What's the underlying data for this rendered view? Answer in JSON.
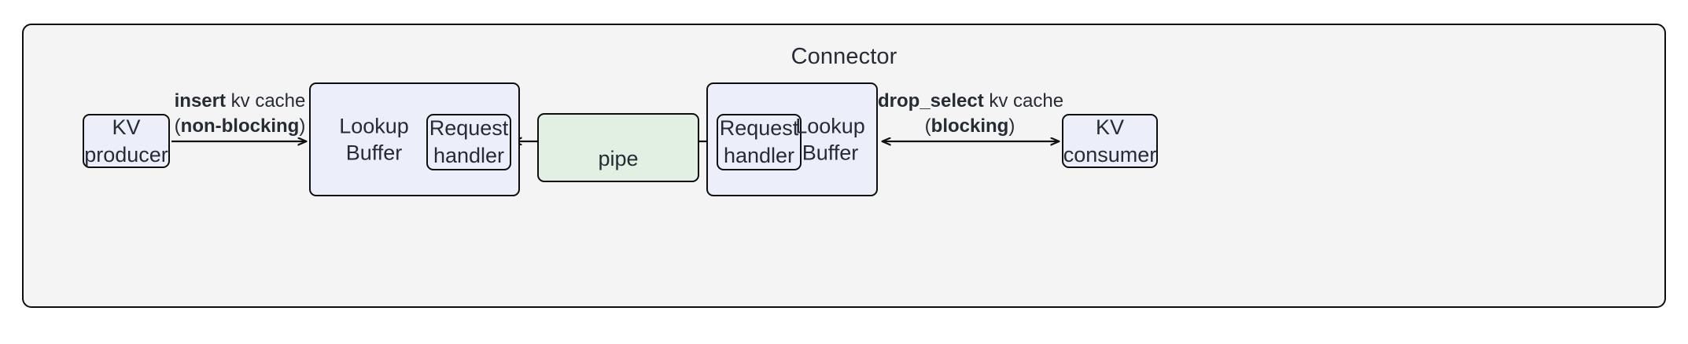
{
  "diagram": {
    "title": "Connector",
    "nodes": {
      "kv_producer": "KV\nproducer",
      "lookup_buffer_left": "Lookup\nBuffer",
      "request_handler_left": "Request\nhandler",
      "pipe": "pipe",
      "request_handler_right": "Request\nhandler",
      "lookup_buffer_right": "Lookup\nBuffer",
      "kv_consumer": "KV\nconsumer"
    },
    "edges": {
      "insert": {
        "op": "insert",
        "object": " kv cache",
        "mode_open": "(",
        "mode": "non-blocking",
        "mode_close": ")"
      },
      "drop_select": {
        "op": "drop_select",
        "object": " kv cache",
        "mode_open": "(",
        "mode": "blocking",
        "mode_close": ")"
      }
    },
    "colors": {
      "container_fill": "#f4f4f4",
      "node_fill": "#eceff9",
      "pipe_fill": "#e2f0e3",
      "stroke": "#0e0e0e",
      "text": "#262b36"
    }
  }
}
